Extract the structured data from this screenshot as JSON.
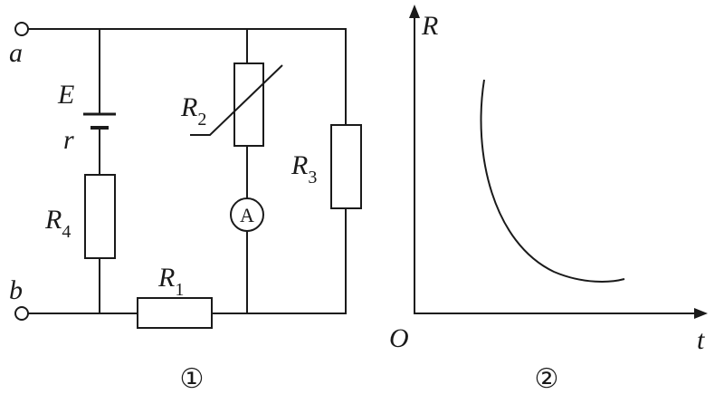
{
  "circuit": {
    "terminals": {
      "a": "a",
      "b": "b"
    },
    "battery": {
      "emf": "E",
      "internal": "r"
    },
    "resistors": {
      "R1": {
        "letter": "R",
        "sub": "1"
      },
      "R2": {
        "letter": "R",
        "sub": "2"
      },
      "R3": {
        "letter": "R",
        "sub": "3"
      },
      "R4": {
        "letter": "R",
        "sub": "4"
      }
    },
    "ammeter": "A",
    "figure_label": "①"
  },
  "graph": {
    "y_label": "R",
    "x_label": "t",
    "origin": "O",
    "figure_label": "②"
  },
  "colors": {
    "ink": "#1a1a1a",
    "background": "#ffffff"
  }
}
